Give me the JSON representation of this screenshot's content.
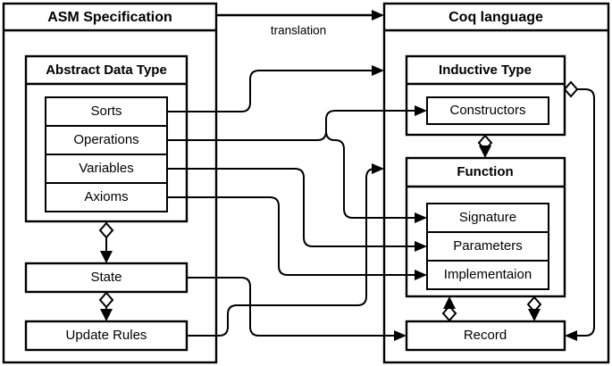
{
  "diagram": {
    "title_left": "ASM Specification",
    "title_right": "Coq language",
    "edge_label_translation": "translation",
    "stroke_color": "#000000",
    "fill_color": "#ffffff"
  },
  "left_panel": {
    "header": "ASM Specification",
    "group": {
      "header": "Abstract Data Type",
      "items": [
        {
          "label": "Sorts"
        },
        {
          "label": "Operations"
        },
        {
          "label": "Variables"
        },
        {
          "label": "Axioms"
        }
      ]
    },
    "nodes": [
      {
        "label": "State"
      },
      {
        "label": "Update Rules"
      }
    ]
  },
  "right_panel": {
    "header": "Coq language",
    "groups": [
      {
        "header": "Inductive Type",
        "items": [
          {
            "label": "Constructors"
          }
        ]
      },
      {
        "header": "Function",
        "items": [
          {
            "label": "Signature"
          },
          {
            "label": "Parameters"
          },
          {
            "label": "Implementaion"
          }
        ]
      }
    ],
    "nodes": [
      {
        "label": "Record"
      }
    ]
  },
  "connections": [
    {
      "from": "ASM Specification",
      "to": "Coq language",
      "label": "translation",
      "marker": "arrow"
    },
    {
      "from": "Abstract Data Type",
      "to": "State",
      "marker": "aggregation-arrow"
    },
    {
      "from": "State",
      "to": "Update Rules",
      "marker": "aggregation-arrow"
    },
    {
      "from": "Sorts",
      "to": "Inductive Type",
      "marker": "arrow"
    },
    {
      "from": "Operations",
      "to": "Constructors",
      "marker": "arrow"
    },
    {
      "from": "Operations",
      "to": "Signature",
      "marker": "arrow"
    },
    {
      "from": "Variables",
      "to": "Parameters",
      "marker": "arrow"
    },
    {
      "from": "Axioms",
      "to": "Implementaion",
      "marker": "arrow"
    },
    {
      "from": "State",
      "to": "Record",
      "marker": "arrow"
    },
    {
      "from": "Update Rules",
      "to": "Function",
      "marker": "arrow"
    },
    {
      "from": "Inductive Type",
      "to": "Function",
      "marker": "aggregation-arrow"
    },
    {
      "from": "Record",
      "to": "Function",
      "marker": "aggregation-arrow"
    },
    {
      "from": "Function",
      "to": "Record",
      "marker": "aggregation-arrow"
    },
    {
      "from": "Inductive Type",
      "to": "Record",
      "marker": "aggregation-arrow"
    }
  ]
}
